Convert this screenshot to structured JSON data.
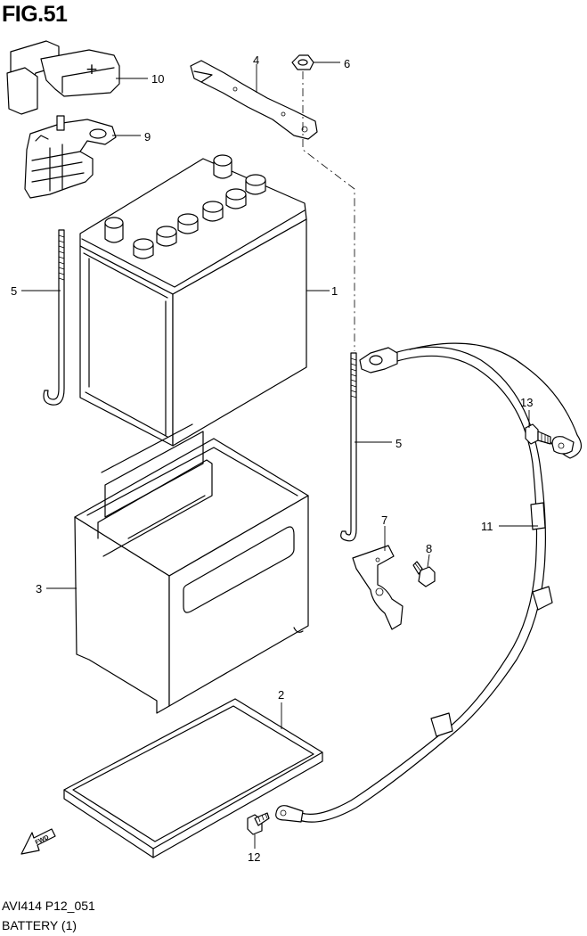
{
  "figure": {
    "title": "FIG.51",
    "code": "AVI414 P12_051",
    "name": "BATTERY (1)"
  },
  "fwd_label": "FWD",
  "terminal_symbol": "+",
  "callouts": [
    {
      "id": "c10",
      "label": "10"
    },
    {
      "id": "c9",
      "label": "9"
    },
    {
      "id": "c4",
      "label": "4"
    },
    {
      "id": "c6",
      "label": "6"
    },
    {
      "id": "c1",
      "label": "1"
    },
    {
      "id": "c5a",
      "label": "5"
    },
    {
      "id": "c5b",
      "label": "5"
    },
    {
      "id": "c13",
      "label": "13"
    },
    {
      "id": "c7",
      "label": "7"
    },
    {
      "id": "c8",
      "label": "8"
    },
    {
      "id": "c11",
      "label": "11"
    },
    {
      "id": "c3",
      "label": "3"
    },
    {
      "id": "c2",
      "label": "2"
    },
    {
      "id": "c12",
      "label": "12"
    }
  ]
}
